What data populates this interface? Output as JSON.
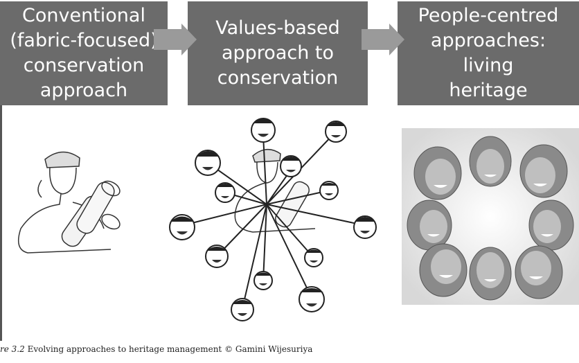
{
  "stages": [
    {
      "label": "Conventional\n(fabric-focused)\nconservation\napproach"
    },
    {
      "label": "Values-based\napproach to\nconservation"
    },
    {
      "label": "People-centred\napproaches:\nliving\nheritage"
    }
  ],
  "caption": {
    "figure": "re 3.2",
    "text": "Evolving approaches to heritage management © Gamini Wijesuriya"
  },
  "colors": {
    "box": "#6b6b6b",
    "arrow": "#9a9a9a",
    "text": "#ffffff"
  }
}
